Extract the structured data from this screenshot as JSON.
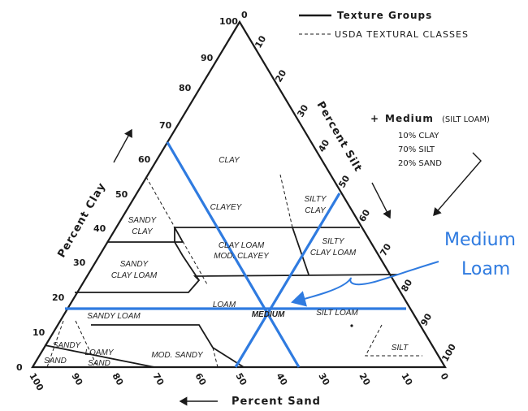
{
  "legend": {
    "solid_label": "Texture Groups",
    "dashed_label": "USDA  TEXTURAL  CLASSES"
  },
  "sample": {
    "marker": "+",
    "title": "Medium",
    "subtitle": "(SILT LOAM)",
    "lines": [
      "10% CLAY",
      "70% SILT",
      "20% SAND"
    ]
  },
  "axes": {
    "clay_title": "Percent Clay",
    "silt_title": "Percent Silt",
    "sand_title": "Percent Sand",
    "clay_ticks": [
      "100",
      "90",
      "80",
      "70",
      "60",
      "50",
      "40",
      "30",
      "20",
      "10",
      "0"
    ],
    "silt_ticks": [
      "0",
      "10",
      "20",
      "30",
      "40",
      "50",
      "60",
      "70",
      "80",
      "90",
      "100"
    ],
    "sand_ticks": [
      "100",
      "90",
      "80",
      "70",
      "60",
      "50",
      "40",
      "30",
      "20",
      "10",
      "0"
    ]
  },
  "zones": {
    "clay": "CLAY",
    "clayey": "CLAYEY",
    "silty_clay": [
      "SILTY",
      "CLAY"
    ],
    "sandy_clay": [
      "SANDY",
      "CLAY"
    ],
    "clay_loam": [
      "CLAY LOAM",
      "MOD. CLAYEY"
    ],
    "silty_clay_loam": [
      "SILTY",
      "CLAY LOAM"
    ],
    "sandy_clay_loam": [
      "SANDY",
      "CLAY LOAM"
    ],
    "loam": "LOAM",
    "medium": "MEDIUM",
    "silt_loam": "SILT LOAM",
    "sandy_loam": "SANDY LOAM",
    "sandy": "SANDY",
    "sand": "SAND",
    "loamy_sand": [
      "LOAMY",
      "SAND"
    ],
    "mod_sandy": "MOD. SANDY",
    "silt": "SILT"
  },
  "annotation": {
    "label_line1": "Medium",
    "label_line2": "Loam",
    "color": "#2f7be0"
  }
}
